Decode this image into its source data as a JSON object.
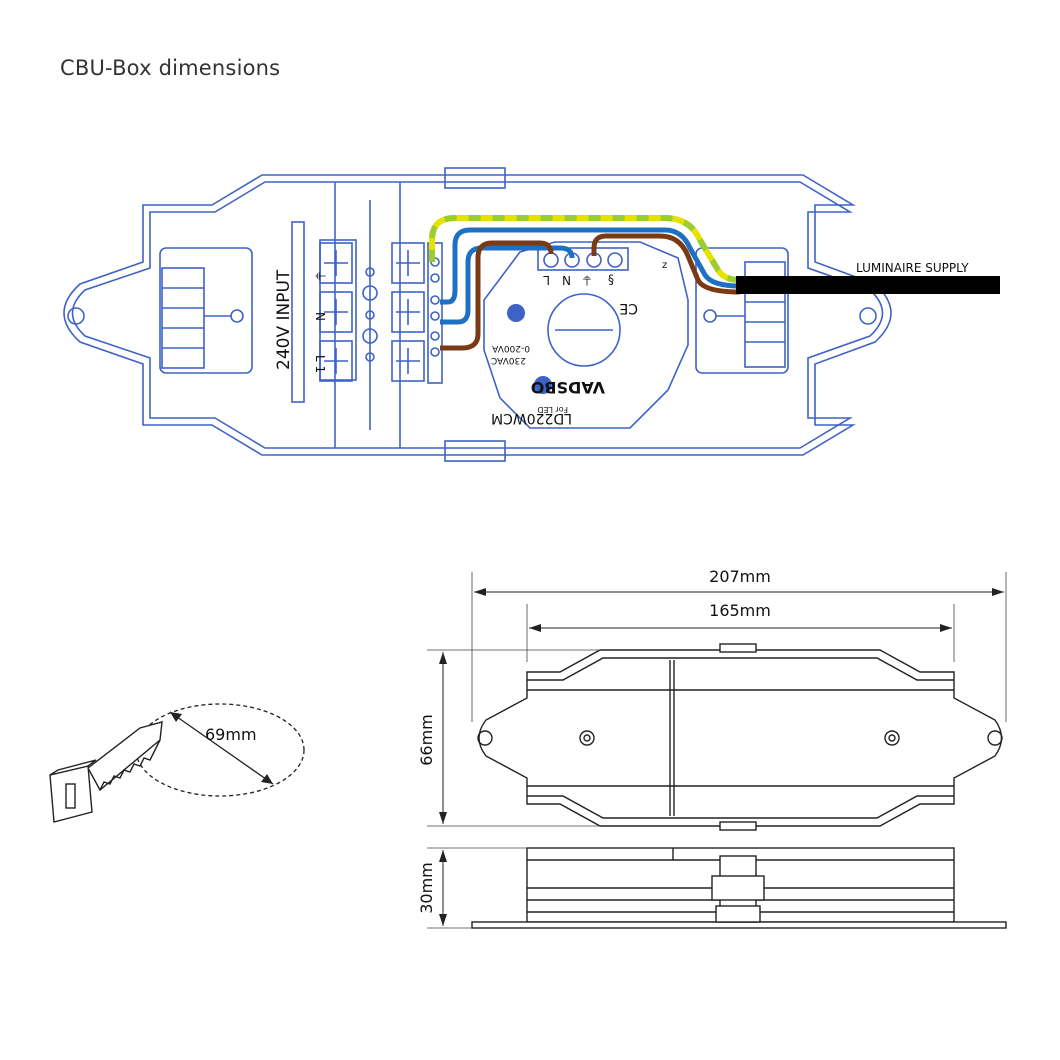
{
  "title": "CBU-Box dimensions",
  "wiring": {
    "input_label": "240V INPUT",
    "output_label": "LUMINAIRE SUPPLY",
    "terminal_labels": [
      "L",
      "N",
      "⏚",
      "§"
    ],
    "dimmer": {
      "brand": "VADSBO",
      "model": "LD220WCM",
      "sub": "For LED",
      "rating": "0-200VA",
      "voltage": "230VAC",
      "ce": "CE",
      "z_mark": "z"
    },
    "side_marks": [
      "⏚",
      "N",
      "L 1"
    ],
    "wire_colors": {
      "earth_green": "#9acd32",
      "earth_yellow": "#e6e200",
      "neutral": "#1f6fc2",
      "live": "#7a3a14",
      "cable": "#000000"
    }
  },
  "dimensions": {
    "overall_length": "207mm",
    "body_length": "165mm",
    "width": "66mm",
    "height": "30mm",
    "diameter": "69mm"
  }
}
